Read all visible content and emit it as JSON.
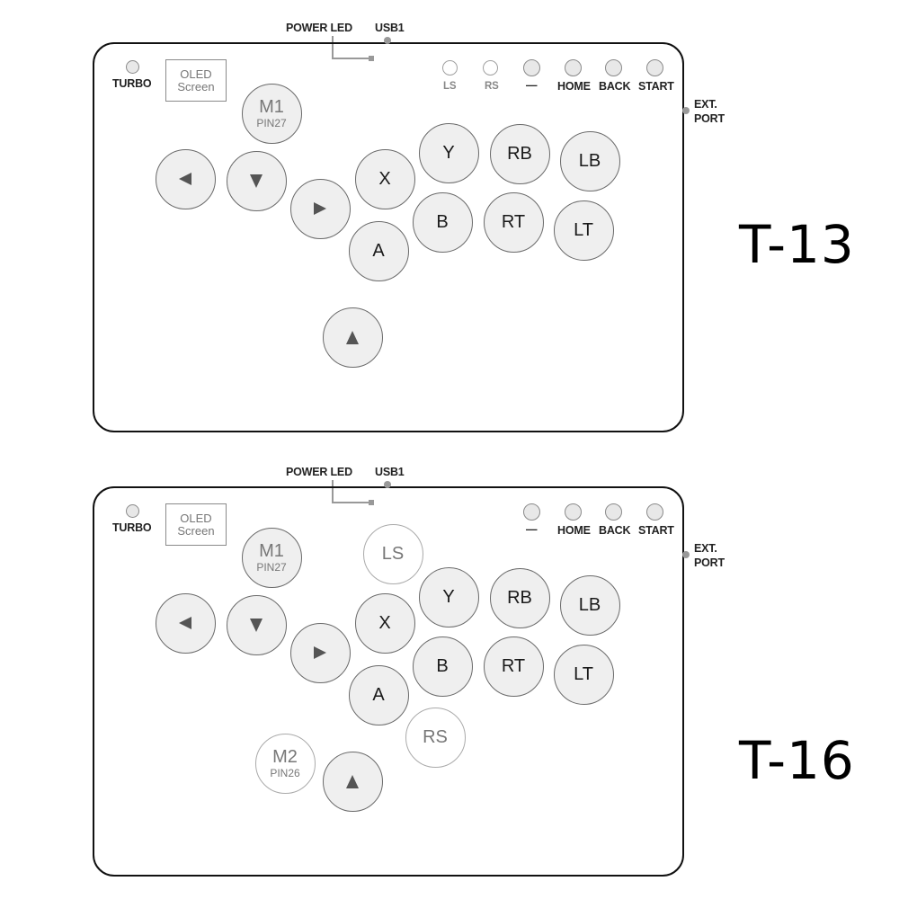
{
  "layouts": [
    {
      "model": "T-13",
      "labels": {
        "power_led": "POWER LED",
        "usb": "USB1",
        "turbo": "TURBO",
        "oled_line1": "OLED",
        "oled_line2": "Screen",
        "ext_port_line1": "EXT.",
        "ext_port_line2": "PORT"
      },
      "top_buttons": [
        {
          "label": "LS",
          "style": "white"
        },
        {
          "label": "RS",
          "style": "white"
        },
        {
          "label": "—",
          "style": "grey"
        },
        {
          "label": "HOME",
          "style": "grey"
        },
        {
          "label": "BACK",
          "style": "grey"
        },
        {
          "label": "START",
          "style": "grey"
        }
      ],
      "macro_buttons": [
        {
          "label": "M1",
          "pin": "PIN27"
        }
      ],
      "face_buttons": [
        "X",
        "A",
        "Y",
        "B",
        "RB",
        "RT",
        "LB",
        "LT"
      ],
      "direction_buttons": [
        "left",
        "down",
        "right",
        "up"
      ]
    },
    {
      "model": "T-16",
      "labels": {
        "power_led": "POWER LED",
        "usb": "USB1",
        "turbo": "TURBO",
        "oled_line1": "OLED",
        "oled_line2": "Screen",
        "ext_port_line1": "EXT.",
        "ext_port_line2": "PORT"
      },
      "top_buttons": [
        {
          "label": "—",
          "style": "grey"
        },
        {
          "label": "HOME",
          "style": "grey"
        },
        {
          "label": "BACK",
          "style": "grey"
        },
        {
          "label": "START",
          "style": "grey"
        }
      ],
      "macro_buttons": [
        {
          "label": "M1",
          "pin": "PIN27"
        },
        {
          "label": "M2",
          "pin": "PIN26"
        }
      ],
      "stick_buttons": [
        "LS",
        "RS"
      ],
      "face_buttons": [
        "X",
        "A",
        "Y",
        "B",
        "RB",
        "RT",
        "LB",
        "LT"
      ],
      "direction_buttons": [
        "left",
        "down",
        "right",
        "up"
      ]
    }
  ],
  "colors": {
    "button_fill": "#efefef",
    "button_border": "#6a6a6a",
    "ghost_border": "#aaaaaa",
    "outline": "#111111",
    "wire": "#999999"
  }
}
